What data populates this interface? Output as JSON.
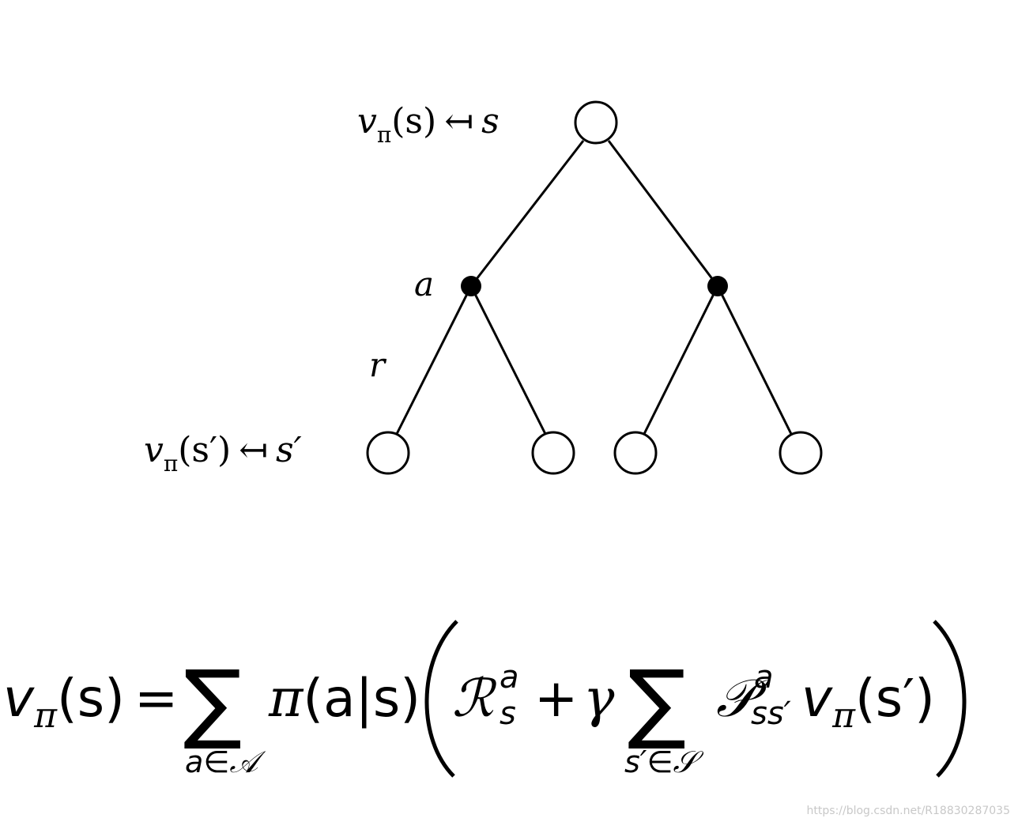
{
  "backup_diagram": {
    "root_label": {
      "value": "v",
      "sub": "π",
      "arg": "(s)",
      "arrow": "↤",
      "state": "s"
    },
    "action_label": "a",
    "reward_label": "r",
    "leaf_label": {
      "value": "v",
      "sub": "π",
      "arg": "(s′)",
      "arrow": "↤",
      "state": "s′"
    }
  },
  "equation": {
    "lhs_v": "v",
    "lhs_sub": "π",
    "lhs_arg": "(s)",
    "equals": "=",
    "sum1_sub": "a∈𝒜",
    "pi": "π",
    "policy_arg": "(a|s)",
    "R": "ℛ",
    "R_sup": "a",
    "R_sub": "s",
    "plus": "+",
    "gamma": "γ",
    "sum2_sub": "s′∈𝒮",
    "P": "𝒫",
    "P_sup": "a",
    "P_sub": "ss′",
    "v": "v",
    "v_sub": "π",
    "v_arg": "(s′)"
  },
  "sigma": "∑",
  "watermark": "https://blog.csdn.net/R18830287035"
}
